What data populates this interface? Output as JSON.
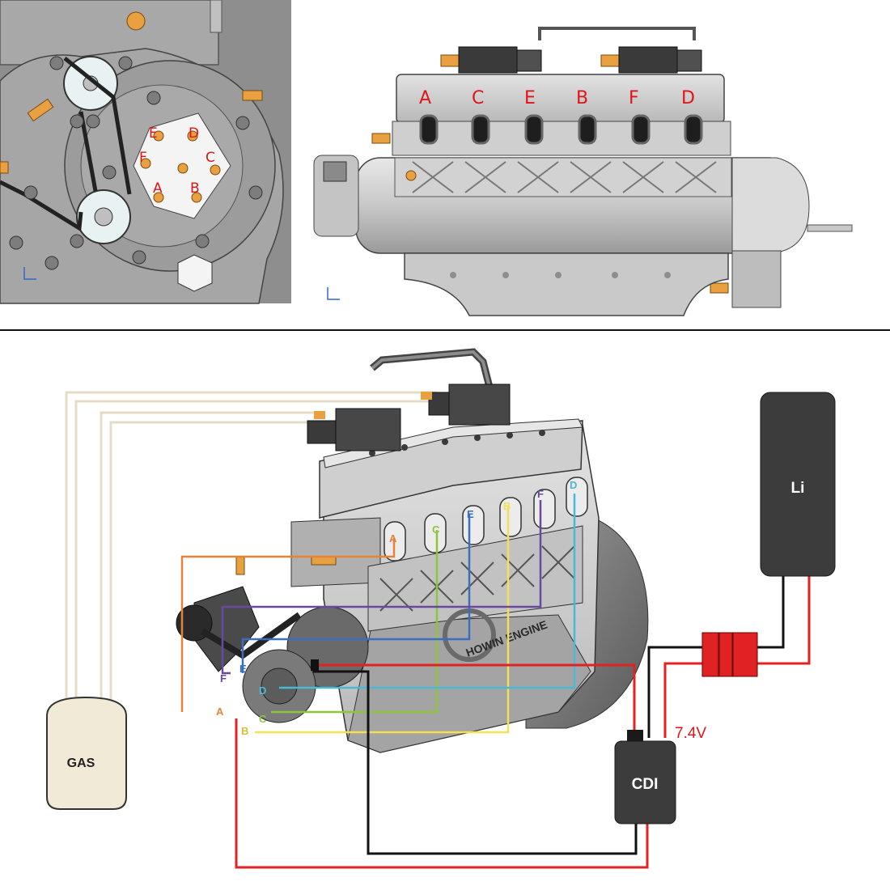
{
  "top_left_view": {
    "port_labels": [
      "E",
      "D",
      "F",
      "C",
      "A",
      "B"
    ]
  },
  "top_right_view": {
    "cylinder_labels": [
      "A",
      "C",
      "E",
      "B",
      "F",
      "D"
    ]
  },
  "bottom_view": {
    "spark_plug_labels": [
      "A",
      "C",
      "E",
      "B",
      "F",
      "D"
    ],
    "distributor_labels": [
      "F",
      "E",
      "D",
      "A",
      "C",
      "B"
    ],
    "engine_brand": "HOWIN ENGINE",
    "fuel_tank_label": "GAS",
    "battery_label": "Li",
    "cdi_label": "CDI",
    "voltage_label": "7.4V"
  },
  "colors": {
    "label_red": "#e11414",
    "wire_A": "#e8823a",
    "wire_B": "#f0e05a",
    "wire_C": "#8cc63e",
    "wire_D": "#4ab8d8",
    "wire_E": "#3a6fc0",
    "wire_F": "#6a48a0",
    "power_red": "#e02222",
    "ground_black": "#111111",
    "fuel_line": "#e4dcc6",
    "gas_tank_fill": "#f0ead6",
    "box_fill": "#3c3c3c"
  }
}
